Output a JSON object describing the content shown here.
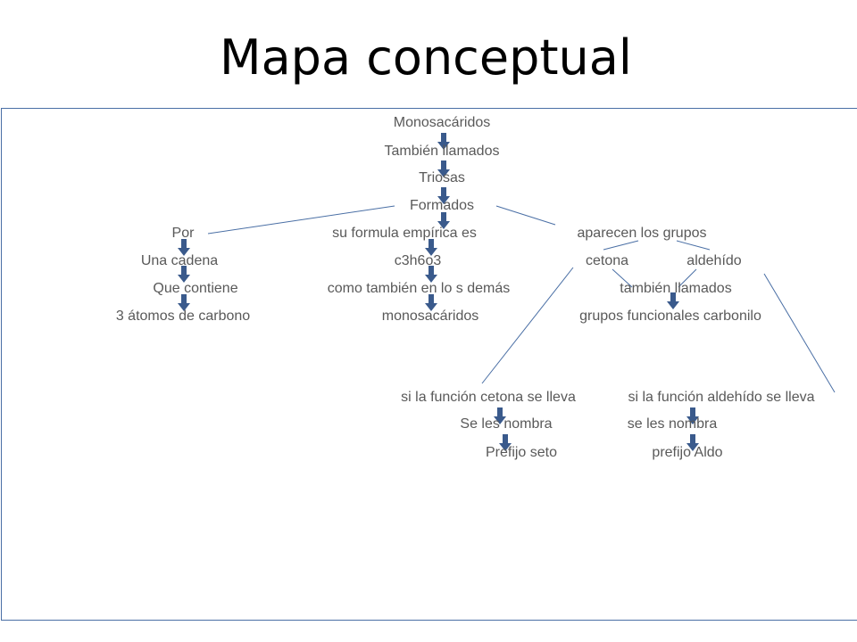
{
  "title": "Mapa conceptual",
  "colors": {
    "line": "#4a6fa5",
    "arrow": "#3a5a8c",
    "text": "#595959"
  },
  "nodes": {
    "monosacaridos": "Monosacáridos",
    "tambien_llamados": "También llamados",
    "triosas": "Triosas",
    "formados": "Formados",
    "por": "Por",
    "formula_empirica": "su formula empírica es",
    "aparecen_grupos": "aparecen los grupos",
    "una_cadena": "Una cadena",
    "c3h6o3": "c3h6o3",
    "cetona": "cetona",
    "aldehido": "aldehído",
    "que_contiene": "Que contiene",
    "como_tambien": "como también en lo s demás",
    "tambien_llamados_2": "también llamados",
    "tres_atomos": "3 átomos de carbono",
    "monosacaridos_2": "monosacáridos",
    "grupos_funcionales": "grupos funcionales carbonilo",
    "si_cetona": "si la función cetona se lleva",
    "si_aldehido": "si la función aldehído se lleva",
    "se_les_nombra_1": "Se les nombra",
    "se_les_nombra_2": "se les nombra",
    "prefijo_seto": "Prefijo seto",
    "prefijo_aldo": "prefijo Aldo"
  }
}
